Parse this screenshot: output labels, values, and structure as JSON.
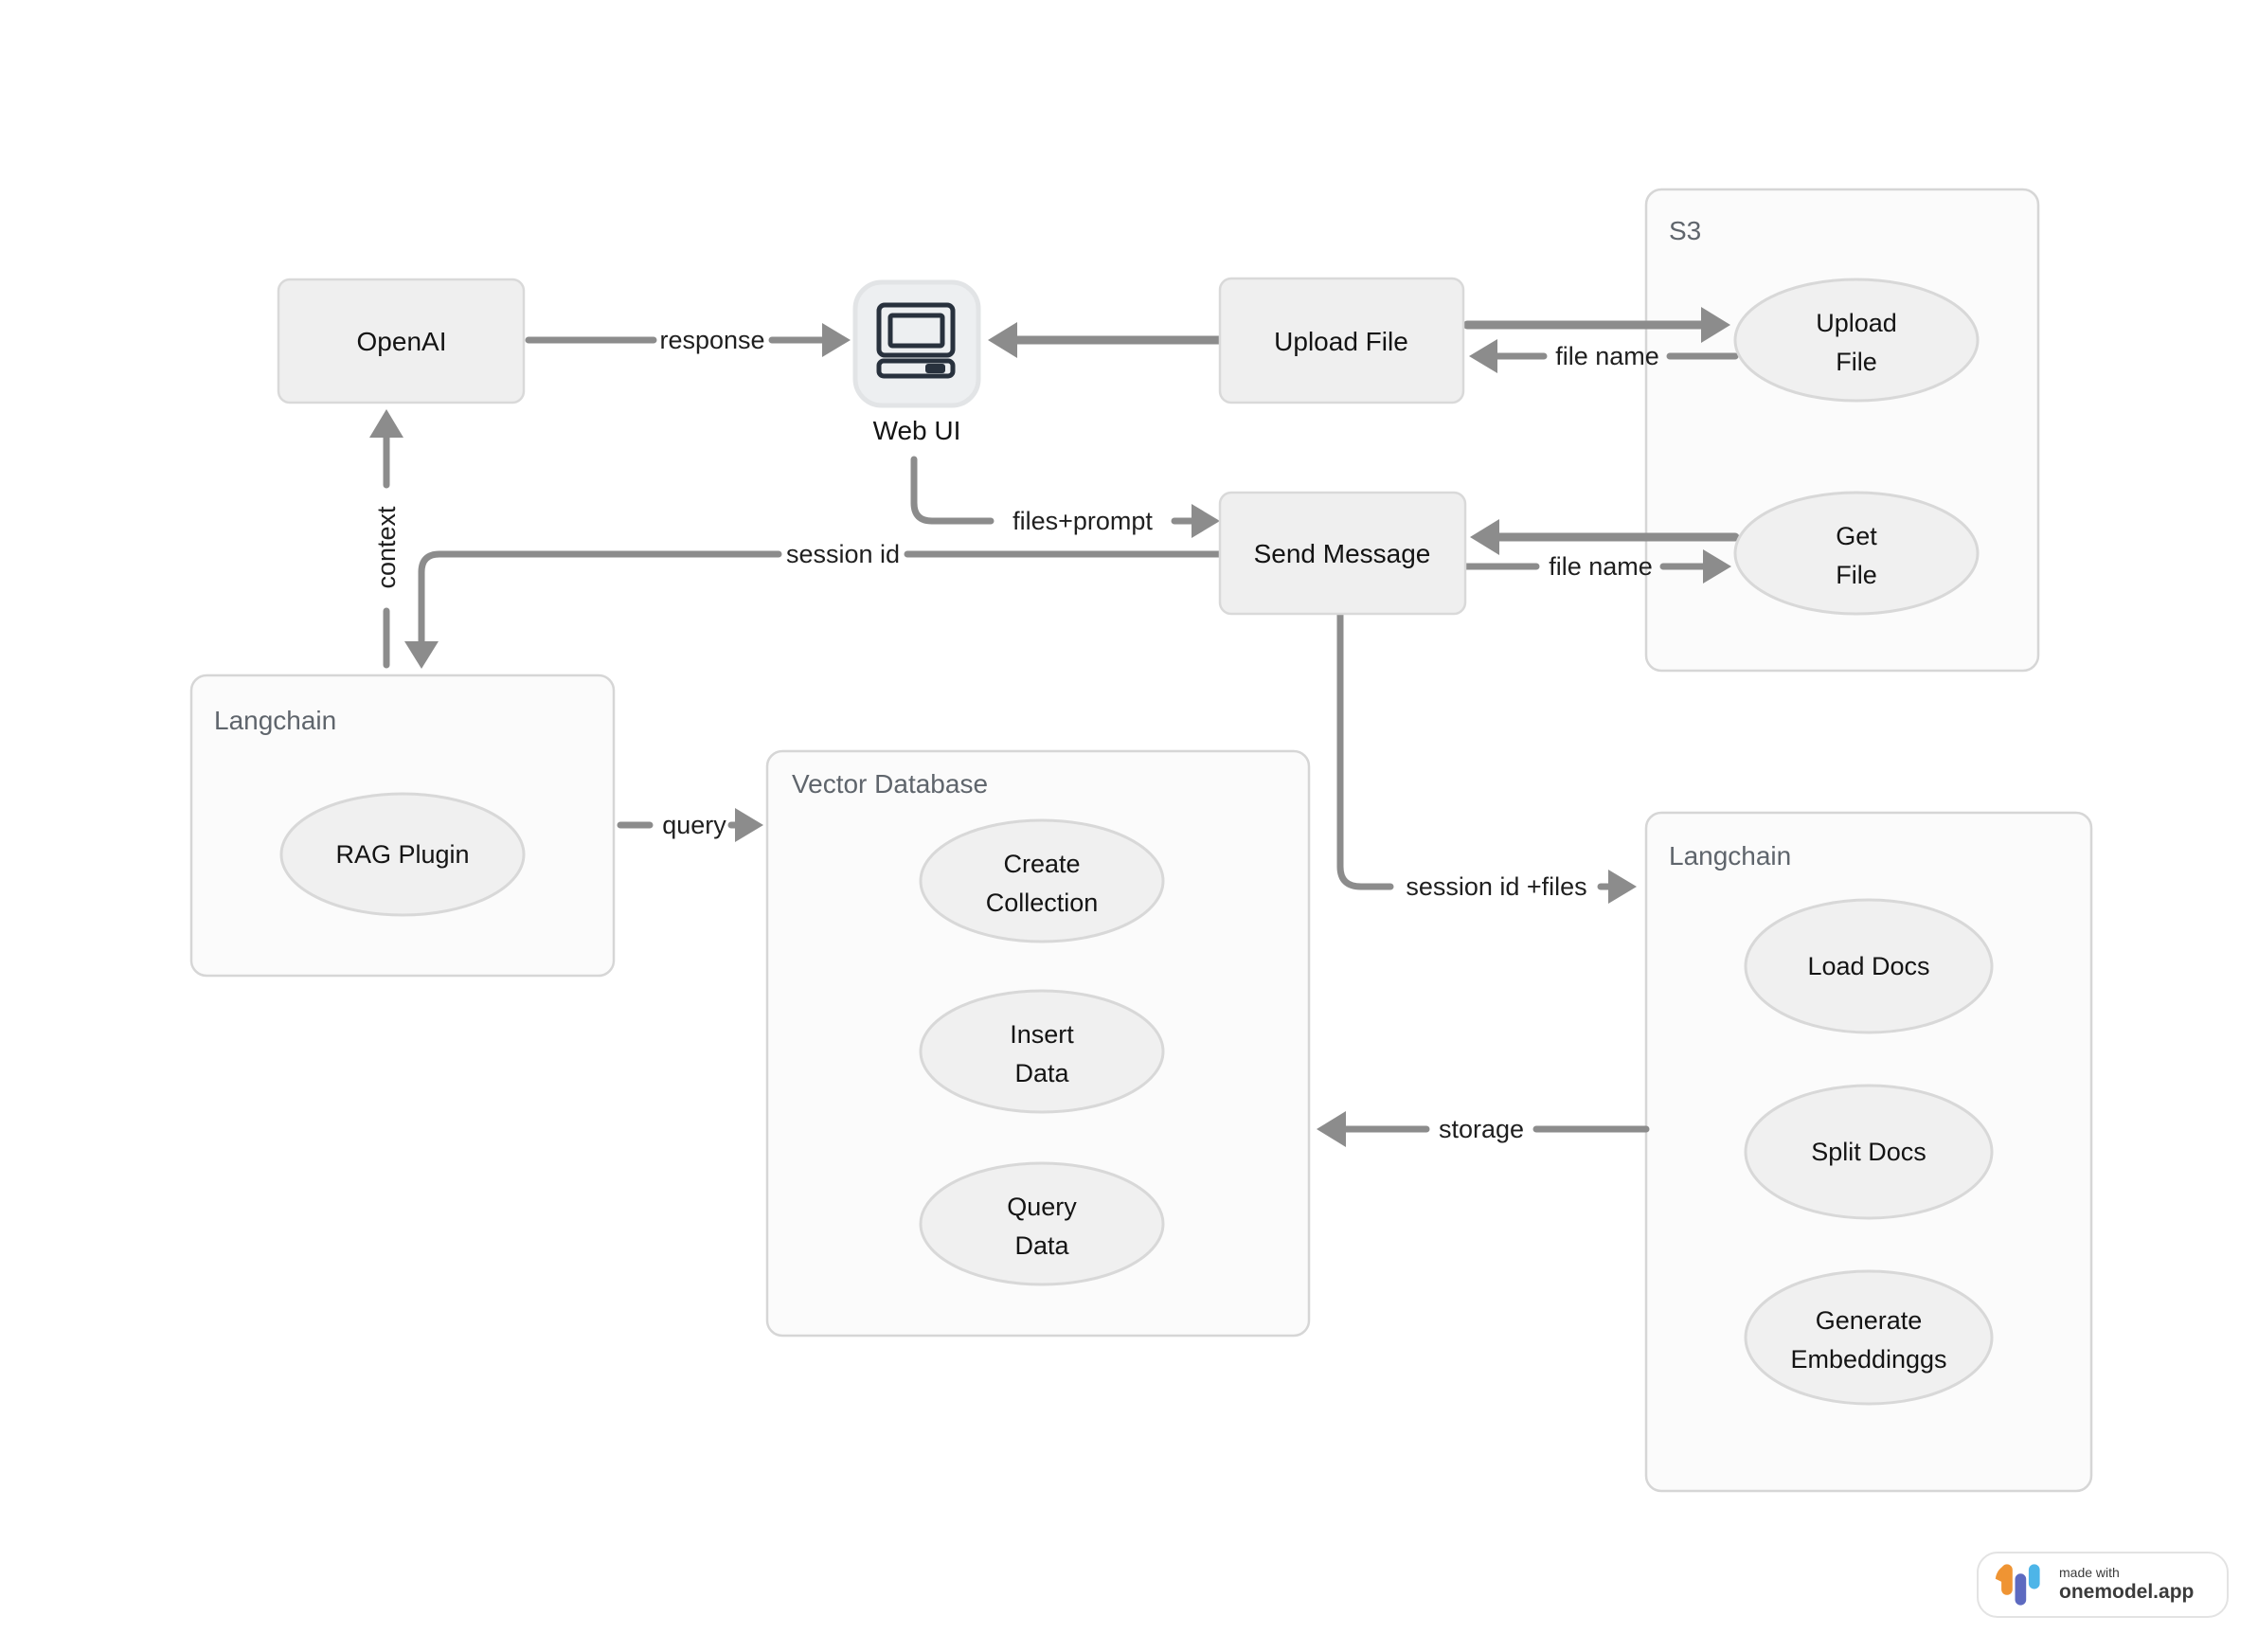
{
  "diagram": {
    "containers": {
      "s3": {
        "label": "S3"
      },
      "langchain_left": {
        "label": "Langchain"
      },
      "vector_database": {
        "label": "Vector Database"
      },
      "langchain_right": {
        "label": "Langchain"
      }
    },
    "nodes": {
      "openai": {
        "label": "OpenAI"
      },
      "web_ui": {
        "label": "Web UI"
      },
      "upload_file": {
        "label": "Upload File"
      },
      "send_message": {
        "label": "Send Message"
      }
    },
    "operations": {
      "s3_upload_file": {
        "line1": "Upload",
        "line2": "File"
      },
      "s3_get_file": {
        "line1": "Get",
        "line2": "File"
      },
      "rag_plugin": {
        "label": "RAG Plugin"
      },
      "create_collection": {
        "line1": "Create",
        "line2": "Collection"
      },
      "insert_data": {
        "line1": "Insert",
        "line2": "Data"
      },
      "query_data": {
        "line1": "Query",
        "line2": "Data"
      },
      "load_docs": {
        "label": "Load Docs"
      },
      "split_docs": {
        "label": "Split Docs"
      },
      "generate_embeddings": {
        "line1": "Generate",
        "line2": "Embeddinggs"
      }
    },
    "edge_labels": {
      "response": "response",
      "file_name_upload": "file name",
      "files_prompt": "files+prompt",
      "session_id": "session id",
      "file_name_get": "file name",
      "context": "context",
      "query": "query",
      "session_id_files": "session id +files",
      "storage": "storage"
    },
    "colors": {
      "edge": "#8c8c8c",
      "node_fill": "#efefef",
      "node_border": "#d9d9d9",
      "container_fill": "#fbfbfb",
      "container_border": "#d6d6d6",
      "icon_stroke": "#28313d"
    }
  },
  "badge": {
    "made_with": "made with",
    "brand": "onemodel.app",
    "logo_colors": {
      "orange": "#EF9433",
      "indigo": "#5D6AC0",
      "blue": "#4DB5E8"
    }
  }
}
